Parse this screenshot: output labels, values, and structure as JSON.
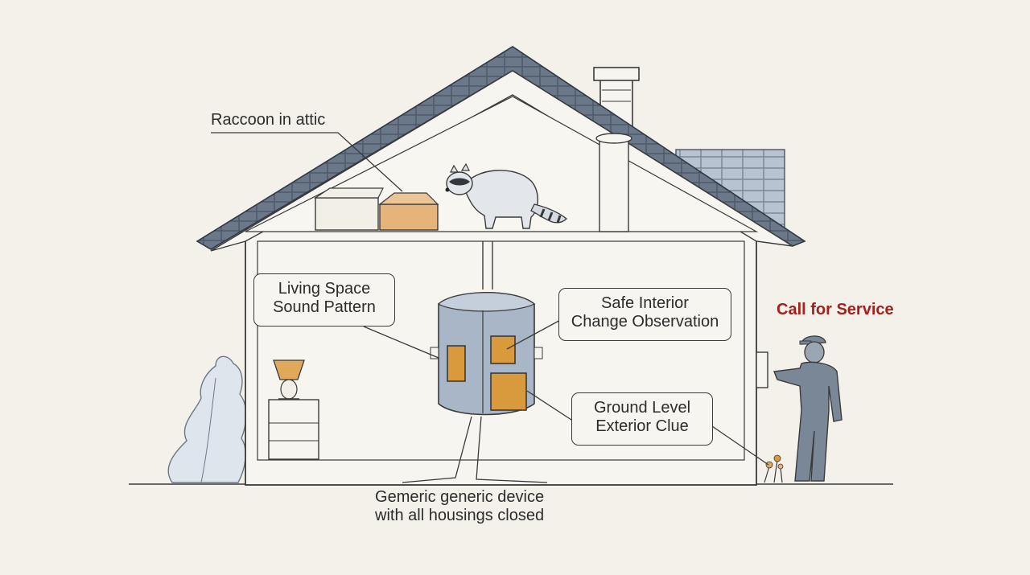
{
  "labels": {
    "raccoon_attic": "Raccoon in attic",
    "living_space": [
      "Living Space",
      "Sound Pattern"
    ],
    "safe_interior": [
      "Safe Interior",
      "Change Observation"
    ],
    "ground_level": [
      "Ground Level",
      "Exterior Clue"
    ],
    "device": [
      "Gemeric generic device",
      "with all housings closed"
    ],
    "call_service": "Call for Service"
  },
  "colors": {
    "background": "#f4f1ea",
    "line": "#3a3a3a",
    "roof": "#5b6878",
    "device": "#a9b6c8",
    "window": "#d99a3e",
    "accent": "#a3201c",
    "person": "#7a8797"
  },
  "icons": [
    "raccoon-icon",
    "lamp-icon",
    "chimney-icon",
    "person-icon",
    "shrub-icon",
    "boxes-icon",
    "flowers-icon"
  ]
}
